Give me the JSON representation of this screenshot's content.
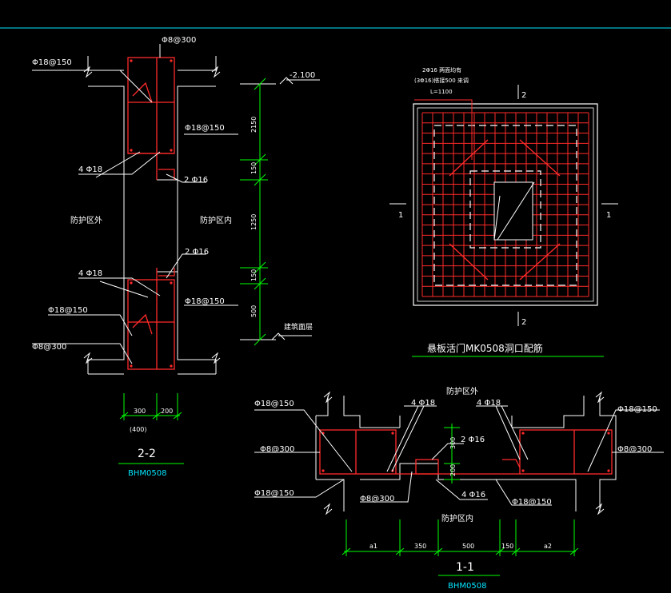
{
  "colors": {
    "background": "#000000",
    "line": "#ffffff",
    "rebar": "#ff2a2a",
    "dimension": "#00ff00",
    "accent": "#00e5ff",
    "underline": "#00ff00"
  },
  "section22": {
    "labels": {
      "top_stirrup": "Φ8@300",
      "top_left_bar": "Φ18@150",
      "elevation": "-2.100",
      "right_bar_top": "Φ18@150",
      "left_4phi18_top": "4 Φ18",
      "phi16_top": "2 Φ16",
      "outside": "防护区外",
      "inside": "防护区内",
      "phi16_bottom": "2 Φ16",
      "left_4phi18_bottom": "4 Φ18",
      "left_bar_bottom": "Φ18@150",
      "right_bar_bottom": "Φ18@150",
      "bottom_stirrup": "Φ8@300",
      "floor_note": "建筑面层"
    },
    "dims_vertical": [
      "2150",
      "150",
      "1250",
      "150",
      "500"
    ],
    "dims_horizontal": [
      "300",
      "200"
    ],
    "dim_note": "(400)",
    "title": "2-2",
    "code": "BHM0508"
  },
  "plan": {
    "note_line1": "2Φ16 两面均有",
    "note_line2": "(3Φ16)搭接500 来调",
    "note_line3": "L=1100",
    "cut_top": "2",
    "cut_bottom": "2",
    "cut_left": "1",
    "cut_right": "1",
    "title": "悬板活门MK0508洞口配筋"
  },
  "section11": {
    "labels": {
      "outside_top": "防护区外",
      "left_bar_top": "Φ18@150",
      "left_4phi18": "4 Φ18",
      "right_4phi18": "4 Φ18",
      "right_bar_top": "Φ18@150",
      "left_stirrup": "Φ8@300",
      "phi16_mid": "2 Φ16",
      "right_stirrup": "Φ8@300",
      "left_bar_bottom": "Φ18@150",
      "stirrup_center": "Φ8@300",
      "phi16_right": "4 Φ16",
      "right_bar_bottom": "Φ18@150",
      "inside_bottom": "防护区内"
    },
    "dims_vertical": [
      "300",
      "200"
    ],
    "dims_horizontal": [
      "a1",
      "350",
      "500",
      "150",
      "a2"
    ],
    "title": "1-1",
    "code": "BHM0508"
  }
}
